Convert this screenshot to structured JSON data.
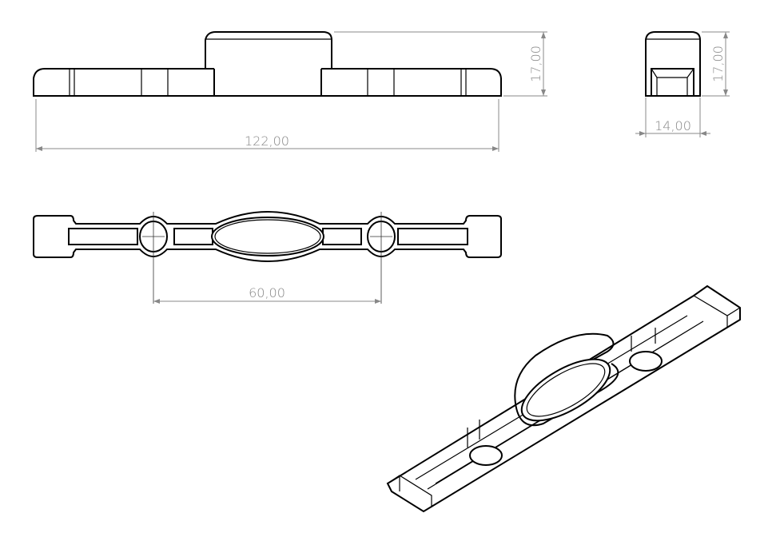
{
  "drawing": {
    "front_view": {
      "length_dim": "122,00",
      "height_dim": "17,00"
    },
    "side_view": {
      "height_dim": "17,00",
      "width_dim": "14,00"
    },
    "top_view": {
      "hole_spacing_dim": "60,00"
    }
  }
}
